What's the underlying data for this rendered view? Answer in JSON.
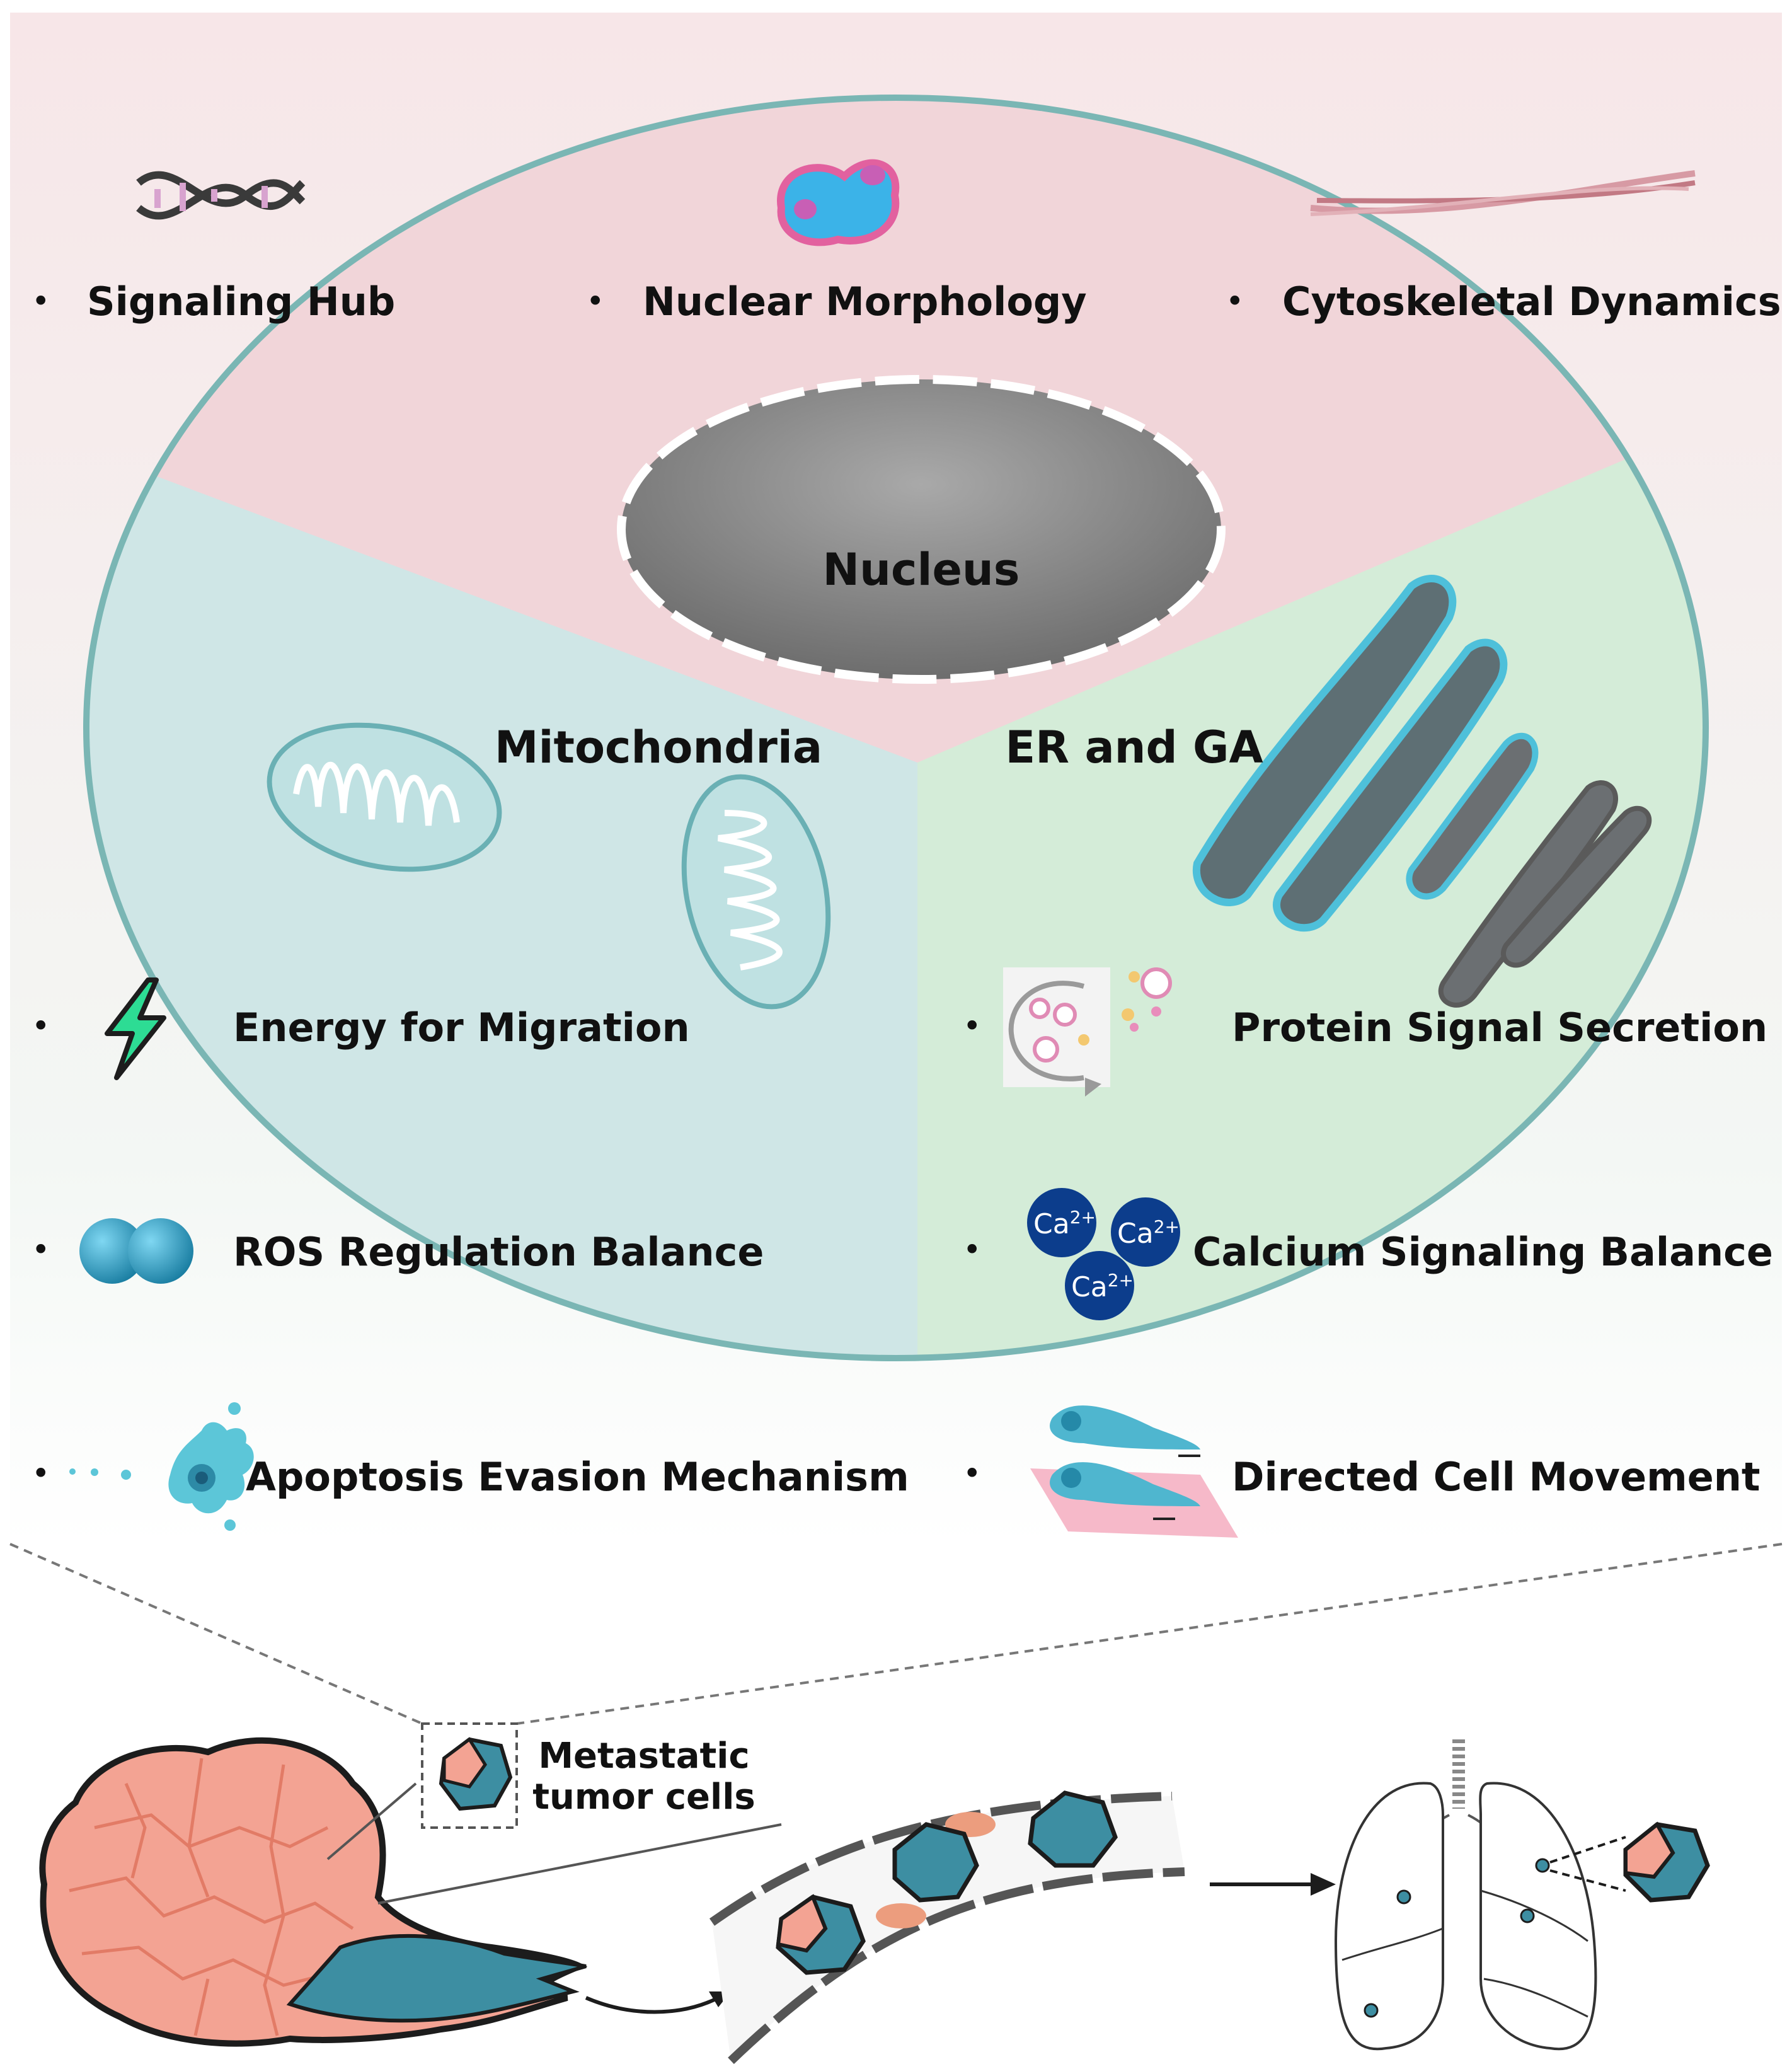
{
  "organelles": {
    "nucleus": "Nucleus",
    "mitochondria": "Mitochondria",
    "er_ga": "ER and GA"
  },
  "nucleus_functions": [
    "Signaling Hub",
    "Nuclear Morphology",
    "Cytoskeletal Dynamics"
  ],
  "mito_functions": [
    "Energy for Migration",
    "ROS Regulation Balance",
    "Apoptosis Evasion Mechanism"
  ],
  "er_functions": [
    "Protein Signal Secretion",
    "Calcium Signaling Balance",
    "Directed Cell Movement"
  ],
  "bullet": "•",
  "calcium_ion": "Ca",
  "calcium_charge": "2+",
  "bottom": {
    "inset_line1": "Metastatic",
    "inset_line2": "tumor cells"
  },
  "colors": {
    "nucleus_region": "#f3d3d8",
    "mito_region": "#cde6e6",
    "er_region": "#d3ecd8",
    "cell_outline": "#6fb0b0",
    "nucleus_fill": "#7d7d7d",
    "organelle_teal": "#4fb6cf",
    "tumor_pink": "#f4a393",
    "tumor_teal": "#3f8fa3"
  },
  "icons": [
    "dna-icon",
    "nucleus-morphology-icon",
    "cytoskeleton-fiber-icon",
    "lightning-icon",
    "ros-molecule-icon",
    "apoptosis-splash-icon",
    "vesicle-secretion-icon",
    "calcium-ion-icon",
    "migrating-cell-icon"
  ]
}
